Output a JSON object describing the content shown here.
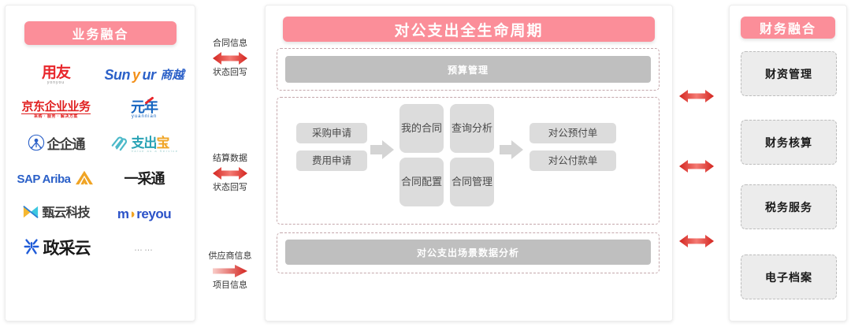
{
  "left": {
    "title": "业务融合",
    "logos": [
      {
        "name": "yonyou",
        "text": "用友",
        "sub": "yonyou"
      },
      {
        "name": "sunyur",
        "text": "Sunyur 商越",
        "parts": [
          "Sun",
          "y",
          "ur",
          "商越"
        ]
      },
      {
        "name": "jd-enterprise",
        "text": "京东企业业务",
        "sub": "采购 · 服务 · 解决方案"
      },
      {
        "name": "yuannian",
        "text": "元年",
        "sub": "yuannian"
      },
      {
        "name": "qiqitong",
        "text": "企企通"
      },
      {
        "name": "zhichubao",
        "text": "支出宝",
        "sub": "Value as a Service"
      },
      {
        "name": "sap-ariba",
        "text": "SAP Ariba"
      },
      {
        "name": "yicaitong",
        "text": "一采通"
      },
      {
        "name": "zhenyun",
        "text": "甄云科技"
      },
      {
        "name": "moreyou",
        "text": "moreyou"
      },
      {
        "name": "zhengcaiyun",
        "text": "政采云"
      },
      {
        "name": "ellipsis",
        "text": "……"
      }
    ]
  },
  "connectors": [
    {
      "name": "contract-info",
      "top": "合同信息",
      "bottom": "状态回写",
      "arrow": "double"
    },
    {
      "name": "settlement-data",
      "top": "结算数据",
      "bottom": "状态回写",
      "arrow": "double"
    },
    {
      "name": "supplier-info",
      "top": "供应商信息",
      "bottom": "项目信息",
      "arrow": "right"
    }
  ],
  "center": {
    "title": "对公支出全生命周期",
    "budget_bar": "预算管理",
    "analysis_bar": "对公支出场景数据分析",
    "flow": {
      "stage1": [
        "采购申请",
        "费用申请"
      ],
      "stage2": [
        "我的\n合同",
        "查询\n分析",
        "合同\n配置",
        "合同\n管理"
      ],
      "stage2_items": [
        {
          "line1": "我的",
          "line2": "合同"
        },
        {
          "line1": "查询",
          "line2": "分析"
        },
        {
          "line1": "合同",
          "line2": "配置"
        },
        {
          "line1": "合同",
          "line2": "管理"
        }
      ],
      "stage3": [
        "对公预付单",
        "对公付款单"
      ]
    }
  },
  "right": {
    "title": "财务融合",
    "cards": [
      "财资管理",
      "财务核算",
      "税务服务",
      "电子档案"
    ]
  },
  "colors": {
    "pink_header": "#fb8e99",
    "grey_bar": "#bfbfbf",
    "chip": "#dcdcdc",
    "dashed_border": "#c4a7ab",
    "arrow_red": "#e8302e",
    "card_bg": "#ececec"
  }
}
